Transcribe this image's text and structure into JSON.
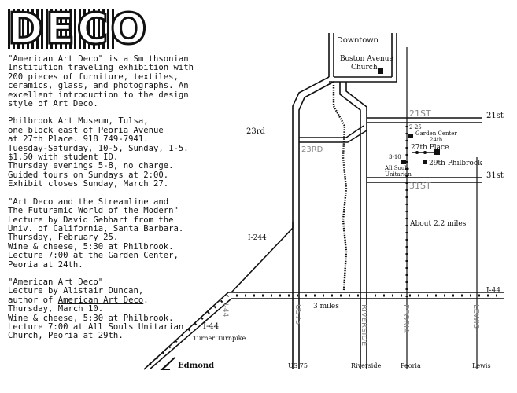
{
  "title": "DECO",
  "paragraphs": [
    {
      "lines": [
        "\"American Art Deco\" is a Smithsonian",
        "Institution traveling exhibition with",
        "200 pieces of furniture, textiles,",
        "ceramics, glass, and photographs. An",
        "excellent introduction to the design",
        "style of Art Deco."
      ]
    },
    {
      "lines": [
        "Philbrook Art Museum, Tulsa,",
        "one block east of Peoria Avenue",
        "at 27th Place. 918 749-7941.",
        "Tuesday-Saturday, 10-5, Sunday, 1-5.",
        "$1.50 with student ID.",
        "Thursday evenings 5-8, no charge.",
        "Guided tours on Sundays at 2:00.",
        "Exhibit closes Sunday, March 27."
      ]
    },
    {
      "lines": [
        "\"Art Deco and the Streamline and",
        "The Futuramic World of the Modern\"",
        "Lecture by David Gebhart from the",
        "Univ. of California, Santa Barbara.",
        "Thursday, February 25.",
        "Wine & cheese, 5:30 at Philbrook.",
        "Lecture 7:00 at the Garden Center,",
        "Peoria at 24th."
      ]
    },
    {
      "lines": [
        "\"American Art Deco\"",
        "Lecture by Alistair Duncan,"
      ],
      "author_prefix": "author of ",
      "book_title": "American Art Deco",
      "author_suffix": ".",
      "rest": [
        "Thursday, March 10.",
        "Wine & cheese, 5:30 at Philbrook.",
        "Lecture 7:00 at All Souls Unitarian",
        "Church, Peoria at 29th."
      ]
    }
  ],
  "map": {
    "downtown": "Downtown",
    "church_line1": "Boston Avenue",
    "church_line2": "Church",
    "st21_road": "21ST",
    "st21_side": "21st",
    "st23_side": "23rd",
    "st23_road": "23RD",
    "date_225": "2-25",
    "garden_center": "Garden Center",
    "st24": "24th",
    "place27": "27th Place",
    "date_310": "3-10",
    "all_souls_1": "All Souls",
    "all_souls_2": "Unitarian",
    "st29_philbrook": "29th Philbrook",
    "st31_road": "31ST",
    "st31_side": "31st",
    "i244": "I-244",
    "about_miles": "About 2.2 miles",
    "i44_right": "I-44",
    "i44_road": "I-44",
    "three_miles": "3 miles",
    "us75_road": "US75",
    "riverside_road": "RIVERSIDE",
    "peoria_road": "PEORIA",
    "lewis_road": "LEWIS",
    "i44_left": "I-44",
    "turner": "Turner Turnpike",
    "edmond": "Edmond",
    "bottom_us75": "US 75",
    "bottom_riverside": "Riverside",
    "bottom_peoria": "Peoria",
    "bottom_lewis": "Lewis"
  }
}
